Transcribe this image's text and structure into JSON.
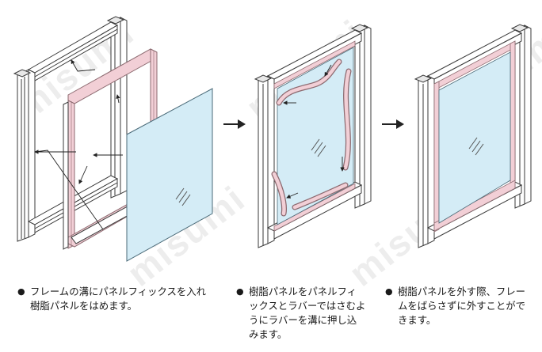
{
  "watermark": "misumi",
  "colors": {
    "frame_outline": "#3a3a3a",
    "frame_fill": "#ffffff",
    "rubber_pink": "#f2cfd6",
    "rubber_outline": "#8c6a70",
    "panel_blue": "#d4ecf6",
    "panel_outline": "#4a6a78",
    "arrow": "#222222"
  },
  "arrows_between_steps": [
    "arrow-right-icon",
    "arrow-right-icon"
  ],
  "steps": [
    {
      "bullet": "●",
      "text": "フレームの溝にパネルフィックスを入れ\n樹脂パネルをはめます。"
    },
    {
      "bullet": "●",
      "text": "樹脂パネルをパネルフィ\nックスとラバーではさむよ\nうにラバーを溝に押し込\nみます。"
    },
    {
      "bullet": "●",
      "text": "樹脂パネルを外す際、フレー\nムをばらさずに外すことがで\nきます。"
    }
  ]
}
